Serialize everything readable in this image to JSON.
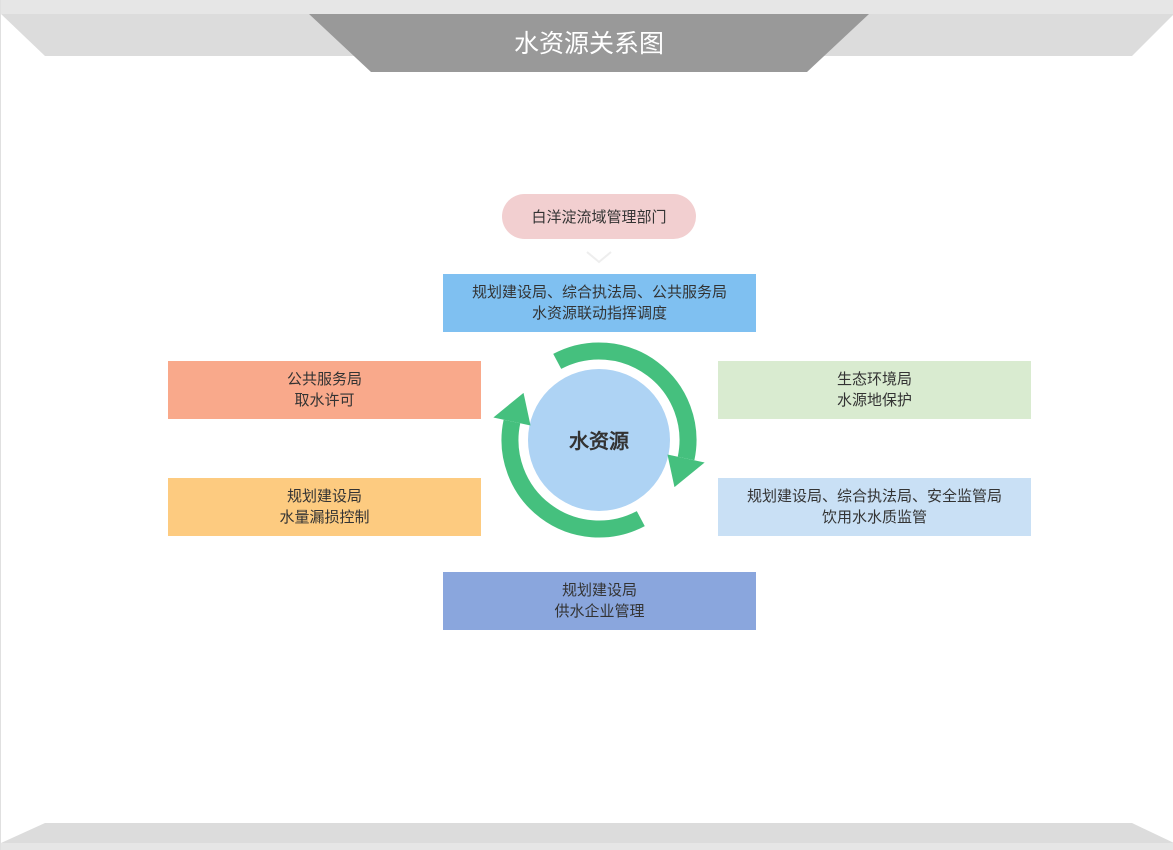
{
  "title": "水资源关系图",
  "top_node": "白洋淀流域管理部门",
  "center": "水资源",
  "boxes": {
    "top": {
      "line1": "规划建设局、综合执法局、公共服务局",
      "line2": "水资源联动指挥调度",
      "color": "#7fc0f1"
    },
    "left_upper": {
      "line1": "公共服务局",
      "line2": "取水许可",
      "color": "#f9a98b"
    },
    "left_lower": {
      "line1": "规划建设局",
      "line2": "水量漏损控制",
      "color": "#fdcb80"
    },
    "right_upper": {
      "line1": "生态环境局",
      "line2": "水源地保护",
      "color": "#d9ebd0"
    },
    "right_lower": {
      "line1": "规划建设局、综合执法局、安全监管局",
      "line2": "饮用水水质监管",
      "color": "#c9e0f5"
    },
    "bottom": {
      "line1": "规划建设局",
      "line2": "供水企业管理",
      "color": "#8aa6dd"
    }
  }
}
